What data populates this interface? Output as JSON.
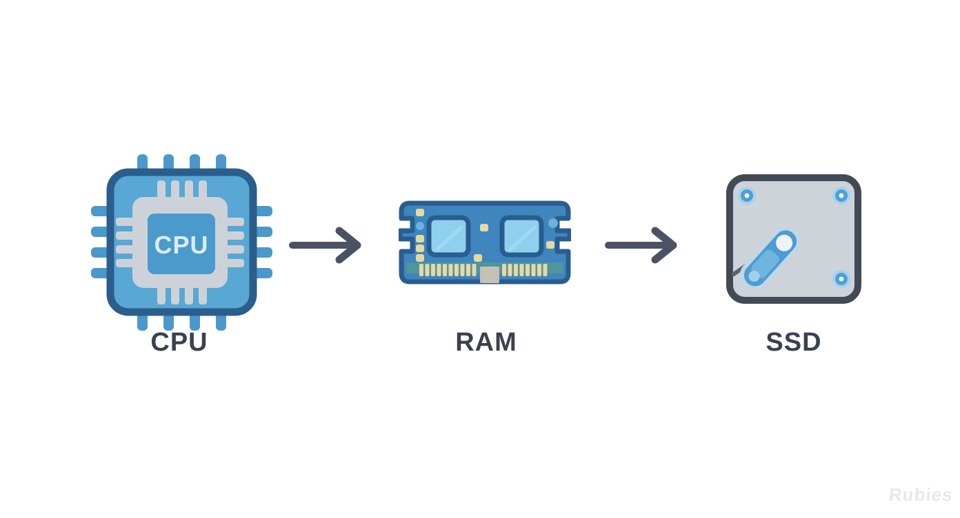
{
  "diagram": {
    "background": "#ffffff",
    "nodes": [
      {
        "id": "cpu",
        "label": "CPU",
        "icon": "cpu-chip-icon",
        "chip_text": "CPU"
      },
      {
        "id": "ram",
        "label": "RAM",
        "icon": "ram-module-icon"
      },
      {
        "id": "ssd",
        "label": "SSD",
        "icon": "ssd-drive-icon"
      }
    ],
    "connections": [
      {
        "from": "CPU",
        "to": "RAM",
        "style": "arrow-right"
      },
      {
        "from": "RAM",
        "to": "SSD",
        "style": "arrow-right"
      }
    ],
    "watermark": "Rubies",
    "colors": {
      "arrow": "#4a5264",
      "label_text": "#3a4150",
      "chip_border_blue": "#2b5e8c",
      "cpu_body_blue": "#58a7d5",
      "cpu_pin_blue": "#4a98cc",
      "cpu_inner_blue": "#4a9acb",
      "cpu_plate_gray": "#cdd2d9",
      "cpu_text_light": "#d9ecf7",
      "ram_body_blue": "#3e86bd",
      "ram_chip_lightblue": "#8ed0ee",
      "ram_contact_tan": "#e7d8a3",
      "ram_strip_teal": "#4f959c",
      "ram_notch_gray": "#c6c2b3",
      "ssd_body_gray": "#ced3da",
      "ssd_border_gray": "#434a56",
      "ssd_accent_blue": "#4d9cd3",
      "ssd_screw_halo": "#a6d2ee"
    }
  }
}
